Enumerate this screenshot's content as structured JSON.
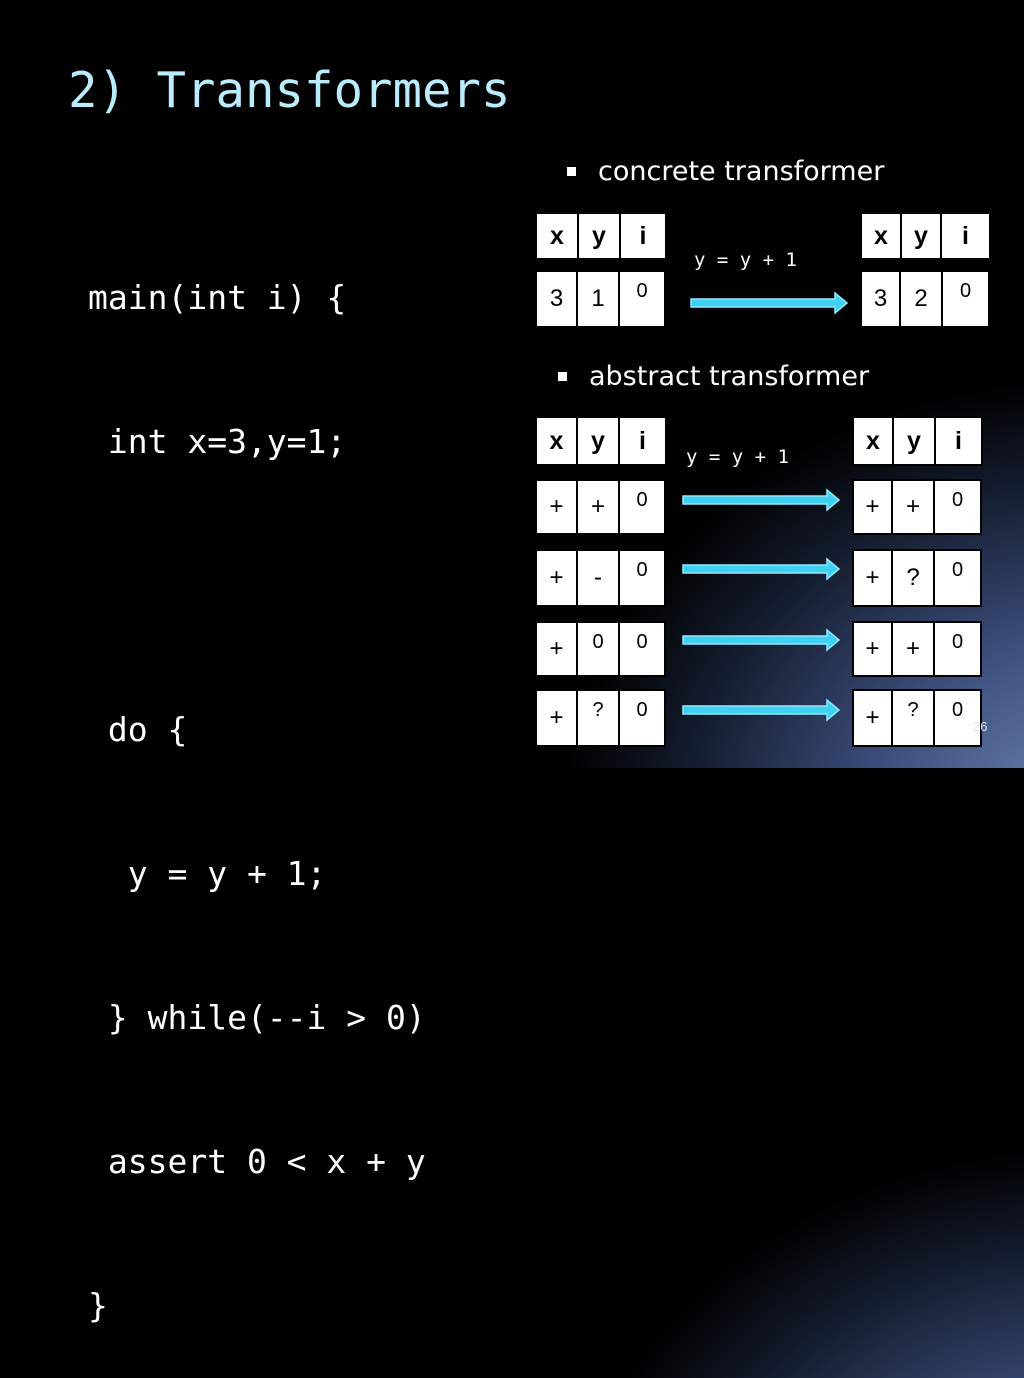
{
  "slide": {
    "title": "2) Transformers",
    "number": "26"
  },
  "code_lines": [
    "main(int i) {",
    " int x=3,y=1;",
    "",
    " do {",
    "  y = y + 1;",
    " } while(--i > 0)",
    " assert 0 < x + y",
    "}"
  ],
  "concrete": {
    "label": "concrete transformer",
    "statement": "y = y + 1",
    "headers": [
      "x",
      "y",
      "i"
    ],
    "before": [
      "3",
      "1",
      "0"
    ],
    "after": [
      "3",
      "2",
      "0"
    ]
  },
  "abstract": {
    "label": "abstract transformer",
    "statement": "y = y + 1",
    "headers": [
      "x",
      "y",
      "i"
    ],
    "rows": [
      {
        "before": [
          "+",
          "+",
          "0"
        ],
        "after": [
          "+",
          "+",
          "0"
        ]
      },
      {
        "before": [
          "+",
          "-",
          "0"
        ],
        "after": [
          "+",
          "?",
          "0"
        ]
      },
      {
        "before": [
          "+",
          "0",
          "0"
        ],
        "after": [
          "+",
          "+",
          "0"
        ]
      },
      {
        "before": [
          "+",
          "?",
          "0"
        ],
        "after": [
          "+",
          "?",
          "0"
        ]
      }
    ]
  },
  "colors": {
    "title": "#b9ecfc",
    "arrow": "#3fd0f2",
    "background_accent": "#6f87b8"
  }
}
